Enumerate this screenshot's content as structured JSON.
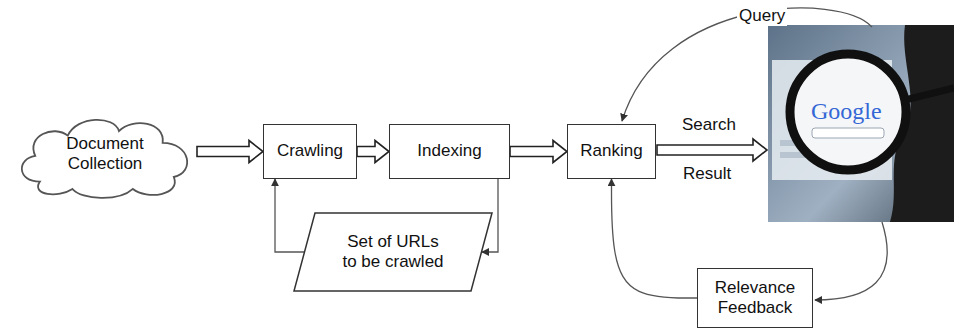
{
  "diagram": {
    "nodes": [
      {
        "text": [
          "Document Collection"
        ]
      },
      {
        "text": [
          "Crawling"
        ]
      },
      {
        "text": [
          "Indexing"
        ]
      },
      {
        "text": [
          "Ranking"
        ]
      },
      {
        "text": [
          "Set of URLs to be crawled"
        ]
      },
      {
        "text": [
          "Relevance Feedback"
        ]
      }
    ],
    "edges": [
      {
        "from": 0,
        "to": 1,
        "arrow": "to"
      },
      {
        "from": 1,
        "to": 2,
        "arrow": "to"
      },
      {
        "from": 2,
        "to": 3,
        "arrow": "to"
      },
      {
        "from": 2,
        "to": 4,
        "arrow": "to"
      },
      {
        "from": 4,
        "to": 1,
        "arrow": "to"
      },
      {
        "from": 5,
        "to": 3,
        "arrow": "to"
      }
    ],
    "labels": [
      "Query",
      "Search",
      "Result",
      "Google"
    ]
  }
}
